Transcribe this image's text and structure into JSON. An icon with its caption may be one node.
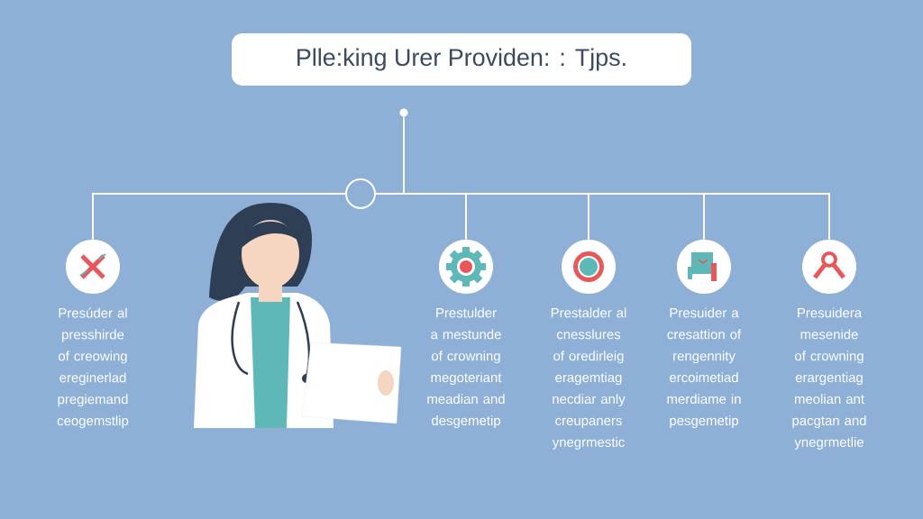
{
  "diagram": {
    "title": "Plle:king Urer Providen: : Tjps.",
    "nodes": [
      {
        "text": [],
        "shape": "circle"
      },
      {
        "text": [],
        "shape": "circle"
      },
      {
        "text": [
          "Presúder al presshirde of creowing ereginerlad pregiemand ceogemstlip"
        ]
      },
      {
        "text": [
          "Prestulder a mestunde of crowning megoteriant meadian and desgemetip"
        ]
      },
      {
        "text": [
          "Prestalder al cnesslures of oredirleig eragemtiag necdiar anly creupaners ynegrmestic"
        ]
      },
      {
        "text": [
          "Presuider a cresattion of rengennity ercoimetiad merdiame in pesgemetip"
        ]
      },
      {
        "text": [
          "Presuidera mesenide of crowning erargentiag meolian ant pacgtan and ynegrmetlie"
        ]
      }
    ],
    "edges": [
      {
        "from": 0,
        "to": 1,
        "arrow": "none"
      },
      {
        "from": 1,
        "to": 2,
        "arrow": "none"
      },
      {
        "from": 1,
        "to": 3,
        "arrow": "none"
      },
      {
        "from": 1,
        "to": 4,
        "arrow": "none"
      },
      {
        "from": 1,
        "to": 5,
        "arrow": "none"
      },
      {
        "from": 1,
        "to": 6,
        "arrow": "none"
      }
    ]
  }
}
